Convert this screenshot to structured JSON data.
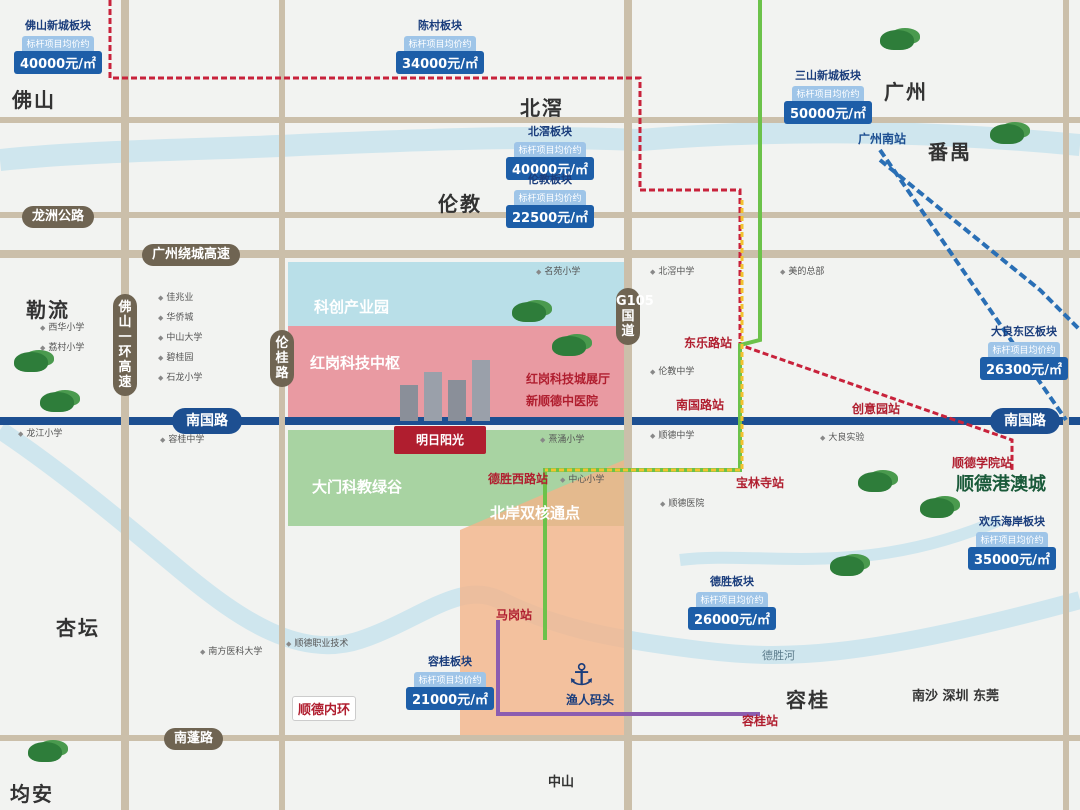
{
  "areas": {
    "foshan": "佛山",
    "beijiao": "北滘",
    "guangzhou": "广州",
    "panyu": "番禺",
    "lunjiao": "伦教",
    "leliu": "勒流",
    "xingtan": "杏坛",
    "ronggui": "容桂",
    "junan": "均安"
  },
  "roads": {
    "longzhou": "龙洲公路",
    "raocheng": "广州绕城高速",
    "nanguo_left": "南国路",
    "nanguo_right": "南国路",
    "foshan_ring": "佛山一环高速",
    "lungui": "伦桂路",
    "g105": "G105国道",
    "nanpeng": "南蓬路"
  },
  "blocks": [
    {
      "title": "佛山新城板块",
      "sub": "标杆项目均价约",
      "price": "40000元/㎡"
    },
    {
      "title": "陈村板块",
      "sub": "标杆项目均价约",
      "price": "34000元/㎡"
    },
    {
      "title": "三山新城板块",
      "sub": "标杆项目均价约",
      "price": "50000元/㎡"
    },
    {
      "title": "北滘板块",
      "sub": "标杆项目均价约",
      "price": "40000元/㎡"
    },
    {
      "title": "伦教板块",
      "sub": "标杆项目均价约",
      "price": "22500元/㎡"
    },
    {
      "title": "大良东区板块",
      "sub": "标杆项目均价约",
      "price": "26300元/㎡"
    },
    {
      "title": "欢乐海岸板块",
      "sub": "标杆项目均价约",
      "price": "35000元/㎡"
    },
    {
      "title": "德胜板块",
      "sub": "标杆项目均价约",
      "price": "26000元/㎡"
    },
    {
      "title": "容桂板块",
      "sub": "标杆项目均价约",
      "price": "21000元/㎡"
    }
  ],
  "zones": {
    "innovation": "科创产业园",
    "hongqi_center": "红岗科技中枢",
    "damen": "大门科教绿谷",
    "beiduan": "北岸双核通点",
    "hongqi_hall": "红岗科技城展厅",
    "new_hospital": "新顺德中医院"
  },
  "stations": {
    "gz_south": "广州南站",
    "dongle": "东乐路站",
    "nanguolu": "南国路站",
    "chuangye": "创意园站",
    "desheng_west": "德胜西路站",
    "baolin": "宝林寺站",
    "magang": "马岗站",
    "ronggui_st": "容桂站",
    "shunde_college": "顺德学院站"
  },
  "landmarks": {
    "shunde_hk": "顺德港澳城",
    "nanpeng_ring": "顺德内环",
    "yuren": "渔人码头",
    "zhongshan": "中山",
    "south_cities": "南沙 深圳 东莞",
    "river": "德胜河",
    "project": "明日阳光"
  },
  "pois": [
    "名苑小学",
    "佳兆业",
    "华侨城",
    "中山大学",
    "碧桂园",
    "西华小学",
    "北滘中学",
    "美的总部",
    "伦教中学",
    "熹涌小学",
    "石龙小学",
    "荔村小学",
    "中心小学",
    "顺德中学",
    "大良实验",
    "顺德医院",
    "龙江小学",
    "容桂中学",
    "南方医科大学",
    "顺德职业技术"
  ],
  "colors": {
    "road": "#6f6452",
    "road_blue": "#1d4f91",
    "price_blue": "#1d5ea8",
    "zone_blue": "#b9dfe8",
    "zone_red": "#e99aa2",
    "zone_green": "#a8d3a2",
    "metro_red": "#c8223b",
    "metro_green": "#6cc24a",
    "metro_yellow": "#f2c230",
    "metro_purple": "#8b5db0"
  }
}
